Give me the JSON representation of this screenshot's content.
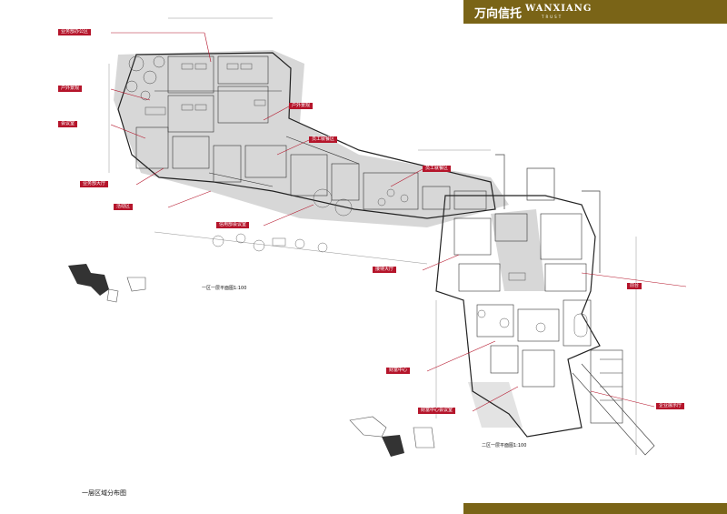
{
  "header": {
    "brand_cn": "万向信托",
    "brand_en": "WANXIANG",
    "brand_sub": "TRUST",
    "bar_color": "#7a6417"
  },
  "labels": {
    "business_office": "业务部办公区",
    "outdoor_landscape_1": "户外景观",
    "meeting_room": "会议室",
    "business_lobby": "业务部大厅",
    "activity_zone": "活动区",
    "multi_meeting": "信用部会议室",
    "outdoor_landscape_2": "户外景观",
    "staff_dining_1": "员工就餐区",
    "staff_dining_2": "员工就餐区",
    "reception_lobby": "接待大厅",
    "finance_center": "财富中心",
    "finance_meeting": "财富中心会议室",
    "front_office": "前台",
    "exhibition": "企业展示厅",
    "accent_color": "#b5152b"
  },
  "plan": {
    "scale_1": "一区一层平面图1:100",
    "scale_2": "二区一层平面图1:100"
  },
  "caption": "一层区域分布图"
}
